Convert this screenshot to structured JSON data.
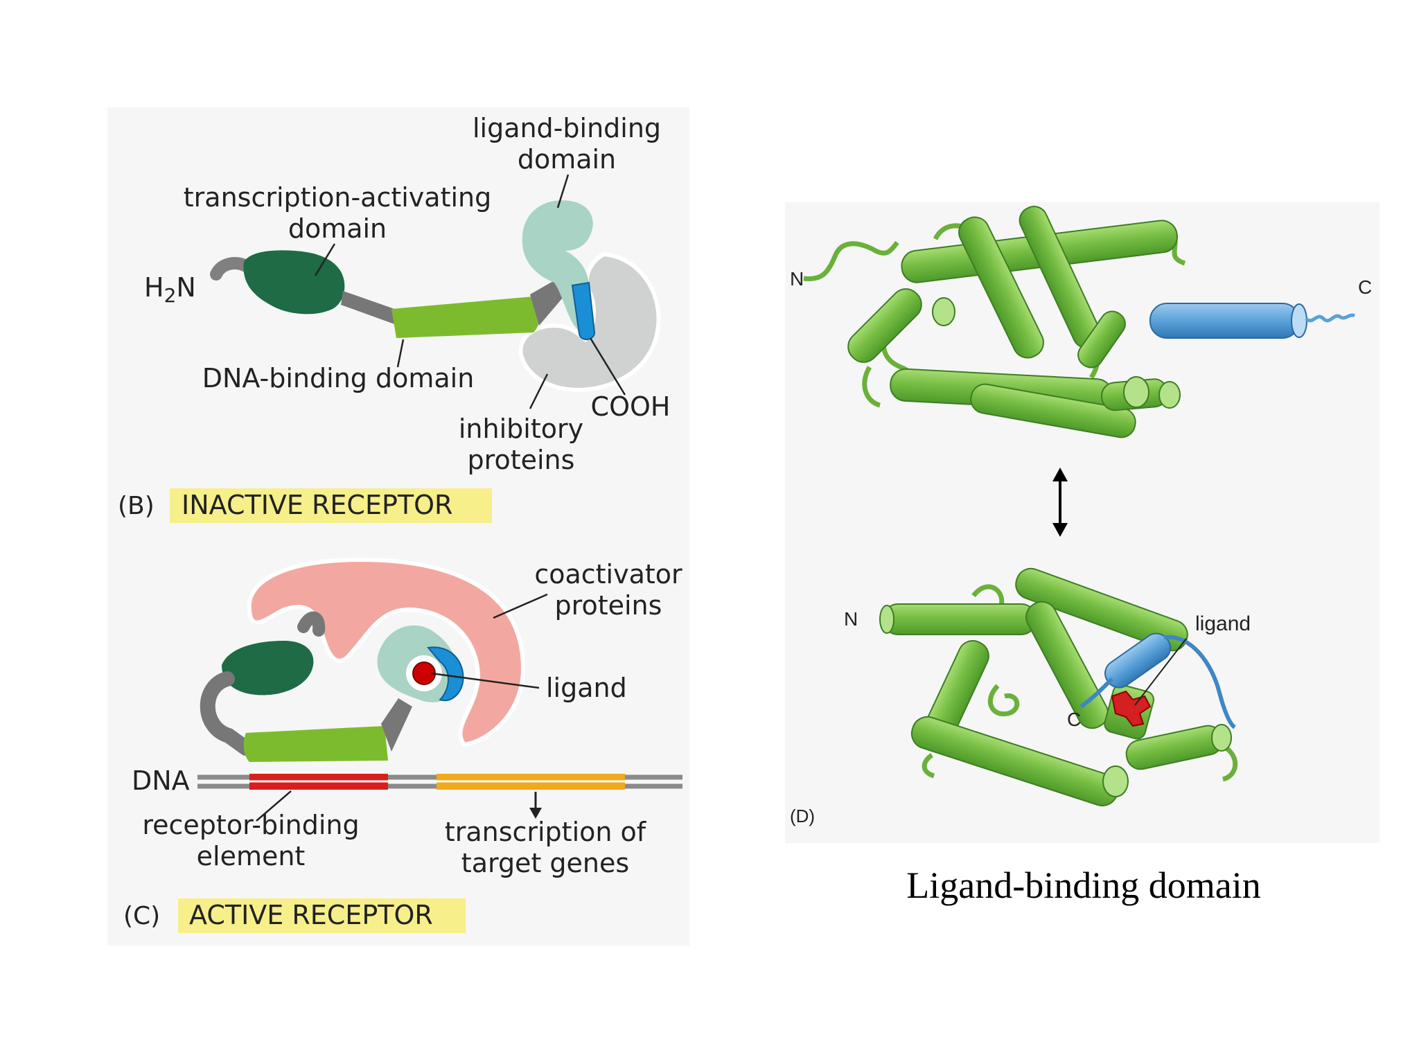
{
  "panel_b": {
    "ligand_binding_line1": "ligand-binding",
    "ligand_binding_line2": "domain",
    "transcription_activating_line1": "transcription-activating",
    "transcription_activating_line2": "domain",
    "h2n_h": "H",
    "h2n_sub": "2",
    "h2n_n": "N",
    "dna_binding": "DNA-binding domain",
    "cooh": "COOH",
    "inhibitory_line1": "inhibitory",
    "inhibitory_line2": "proteins",
    "letter": "(B)",
    "title": "INACTIVE RECEPTOR"
  },
  "panel_c": {
    "coactivator_line1": "coactivator",
    "coactivator_line2": "proteins",
    "ligand": "ligand",
    "dna": "DNA",
    "receptor_binding_line1": "receptor-binding",
    "receptor_binding_line2": "element",
    "transcription_line1": "transcription of",
    "transcription_line2": "target genes",
    "letter": "(C)",
    "title": "ACTIVE RECEPTOR"
  },
  "panel_d": {
    "n_top": "N",
    "c_top": "C",
    "n_bottom": "N",
    "c_bottom": "C",
    "ligand": "ligand",
    "letter": "(D)"
  },
  "caption": "Ligand-binding domain",
  "colors": {
    "highlight": "#f6ef8a",
    "dark_green": "#1e6b45",
    "light_green": "#7dbb2e",
    "pale_teal": "#a9d3c5",
    "inhibitory_gray": "#cfd2d0",
    "blue": "#1a8fd6",
    "red": "#cc0000",
    "coactivator_pink": "#f2a8a0",
    "orange": "#f2a81c",
    "helix_green": "#7cc04a",
    "helix_blue": "#5aa2d8"
  }
}
